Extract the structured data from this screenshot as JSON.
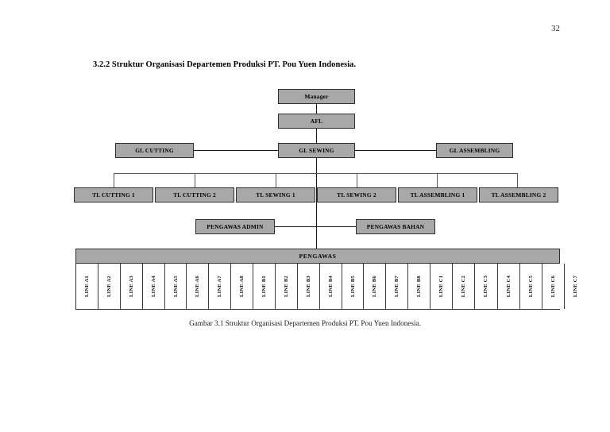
{
  "page": {
    "number": "32",
    "section_heading": "3.2.2 Struktur Organisasi Departemen Produksi PT. Pou Yuen Indonesia.",
    "figure_caption": "Gambar 3.1 Struktur Organisasi Departemen Produksi PT. Pou Yuen Indonesia."
  },
  "colors": {
    "node_fill": "#a8a8a8",
    "node_border": "#2e2e2e",
    "line": "#1a1a1a",
    "page_background": "#ffffff"
  },
  "chart_data": {
    "type": "diagram",
    "title": "Struktur Organisasi Departemen Produksi PT. Pou Yuen Indonesia",
    "levels": [
      {
        "level": 1,
        "nodes": [
          "Manager"
        ]
      },
      {
        "level": 2,
        "nodes": [
          "AFL"
        ]
      },
      {
        "level": 3,
        "nodes": [
          "GL CUTTING",
          "GL SEWING",
          "GL ASSEMBLING"
        ]
      },
      {
        "level": 4,
        "nodes": [
          "TL CUTTING 1",
          "TL CUTTING 2",
          "TL SEWING 1",
          "TL SEWING 2",
          "TL ASSEMBLING 1",
          "TL ASSEMBLING 2"
        ]
      },
      {
        "level": 5,
        "nodes": [
          "PENGAWAS ADMIN",
          "PENGAWAS BAHAN"
        ]
      },
      {
        "level": 6,
        "nodes": [
          "PENGAWAS"
        ]
      },
      {
        "level": 7,
        "nodes": [
          "LINE A1",
          "LINE A2",
          "LINE A3",
          "LINE A4",
          "LINE A5",
          "LINE A6",
          "LINE A7",
          "LINE A8",
          "LINE B1",
          "LINE B2",
          "LINE B3",
          "LINE B4",
          "LINE B5",
          "LINE B6",
          "LINE B7",
          "LINE B8",
          "LINE C1",
          "LINE C2",
          "LINE C3",
          "LINE C4",
          "LINE C5",
          "LINE C6",
          "LINE C7"
        ]
      }
    ],
    "edges": [
      {
        "from": "Manager",
        "to": "AFL"
      },
      {
        "from": "AFL",
        "to": "GL SEWING"
      },
      {
        "from": "GL SEWING",
        "to": "GL CUTTING"
      },
      {
        "from": "GL SEWING",
        "to": "GL ASSEMBLING"
      },
      {
        "from": "GL SEWING",
        "to": "TL CUTTING 1"
      },
      {
        "from": "GL SEWING",
        "to": "TL CUTTING 2"
      },
      {
        "from": "GL SEWING",
        "to": "TL SEWING 1"
      },
      {
        "from": "GL SEWING",
        "to": "TL SEWING 2"
      },
      {
        "from": "GL SEWING",
        "to": "TL ASSEMBLING 1"
      },
      {
        "from": "GL SEWING",
        "to": "TL ASSEMBLING 2"
      },
      {
        "from": "GL SEWING",
        "to": "PENGAWAS ADMIN"
      },
      {
        "from": "GL SEWING",
        "to": "PENGAWAS BAHAN"
      },
      {
        "from": "GL SEWING",
        "to": "PENGAWAS"
      }
    ]
  },
  "nodes": {
    "manager": "Manager",
    "afl": "AFL",
    "gl_cutting": "GL CUTTING",
    "gl_sewing": "GL SEWING",
    "gl_assembling": "GL ASSEMBLING",
    "tl_cutting_1": "TL CUTTING 1",
    "tl_cutting_2": "TL CUTTING 2",
    "tl_sewing_1": "TL SEWING 1",
    "tl_sewing_2": "TL SEWING 2",
    "tl_assembling_1": "TL ASSEMBLING 1",
    "tl_assembling_2": "TL ASSEMBLING 2",
    "pengawas_admin": "PENGAWAS ADMIN",
    "pengawas_bahan": "PENGAWAS BAHAN",
    "pengawas": "PENGAWAS"
  },
  "lines": [
    "LINE A1",
    "LINE A2",
    "LINE A3",
    "LINE A4",
    "LINE A5",
    "LINE A6",
    "LINE A7",
    "LINE A8",
    "LINE B1",
    "LINE B2",
    "LINE B3",
    "LINE B4",
    "LINE B5",
    "LINE B6",
    "LINE B7",
    "LINE B8",
    "LINE C1",
    "LINE C2",
    "LINE C3",
    "LINE C4",
    "LINE C5",
    "LINE C6",
    "LINE C7"
  ]
}
